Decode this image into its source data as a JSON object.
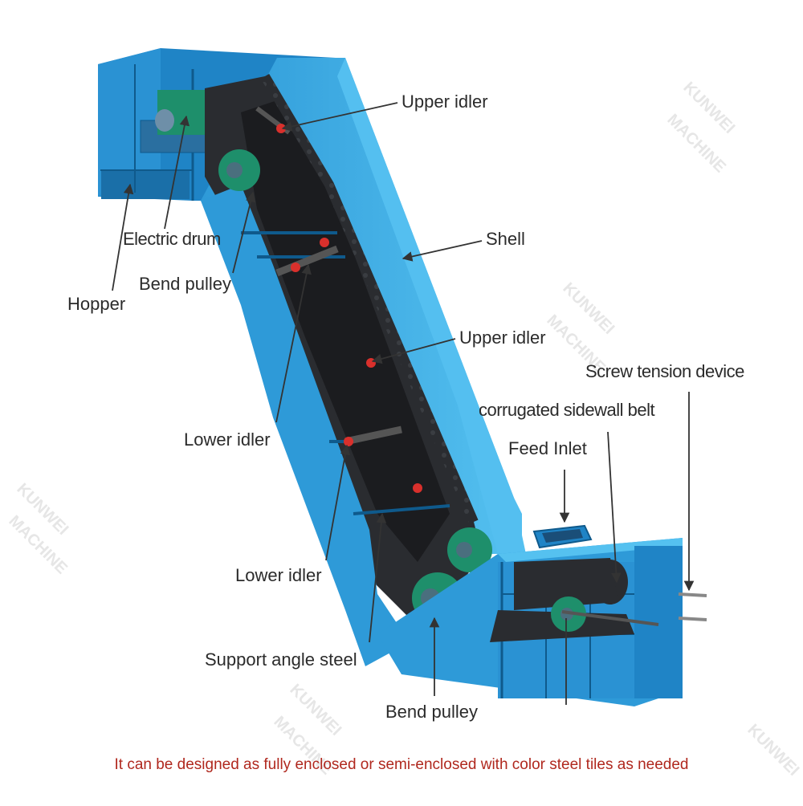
{
  "labels": {
    "upper_idler_top": "Upper idler",
    "shell": "Shell",
    "electric_drum": "Electric drum",
    "bend_pulley_top": "Bend pulley",
    "hopper": "Hopper",
    "upper_idler_mid": "Upper idler",
    "screw_tension_device": "Screw tension device",
    "corrugated_sidewall_belt": "corrugated sidewall belt",
    "feed_inlet": "Feed Inlet",
    "lower_idler_top": "Lower idler",
    "lower_idler_bottom": "Lower idler",
    "support_angle_steel": "Support angle steel",
    "bend_pulley_bottom": "Bend pulley"
  },
  "caption": "It can be designed as fully enclosed or semi-enclosed with color steel tiles as needed",
  "watermark": {
    "line1": "KUNWEI",
    "line2": "MACHINE"
  },
  "colors": {
    "shell_blue": "#2e9ad8",
    "shell_light": "#55c1f0",
    "shell_dark": "#1a6fa8",
    "belt": "#2a2c30",
    "pulley_green": "#1e8f6b",
    "idler_red": "#d9302c",
    "caption_red": "#b0281e",
    "label_text": "#2b2b2b"
  }
}
